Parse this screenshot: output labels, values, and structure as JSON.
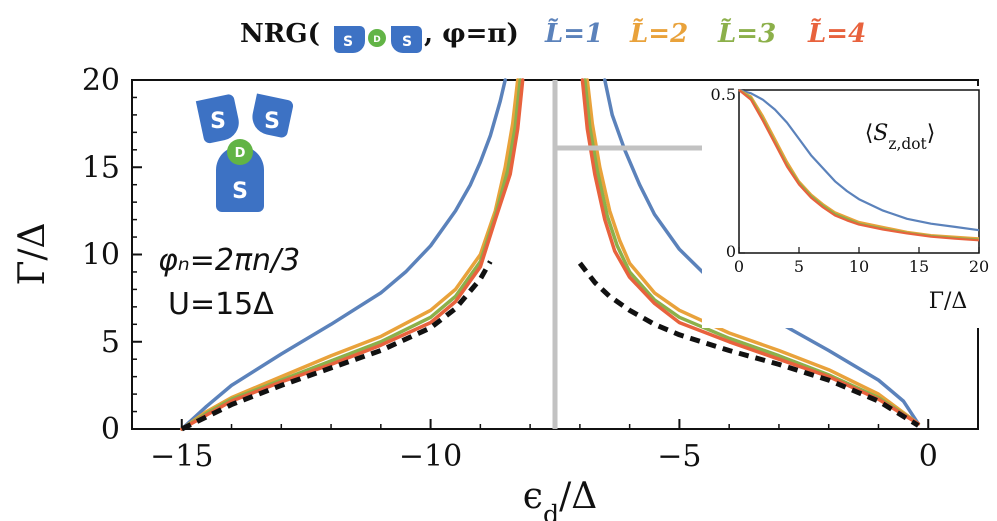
{
  "title": {
    "prefix": "NRG(",
    "suffix": ", φ=π)",
    "icon_letters": [
      "S",
      "D",
      "S"
    ],
    "series_labels": [
      "L̃=1",
      "L̃=2",
      "L̃=3",
      "L̃=4"
    ],
    "series_colors": [
      "#5b82bb",
      "#e9a23b",
      "#8cb04a",
      "#e8623d"
    ]
  },
  "annotations": {
    "phase": "φₙ=2πn/3",
    "interaction": "U=15Δ",
    "icon_letters": [
      "S",
      "S",
      "S",
      "D"
    ]
  },
  "chart_data": [
    {
      "type": "line",
      "xlabel": "ϵ_d/Δ",
      "ylabel": "Γ/Δ",
      "xlim": [
        -16,
        1
      ],
      "ylim": [
        0,
        20
      ],
      "xticks": [
        -15,
        -10,
        -5,
        0
      ],
      "yticks": [
        0,
        5,
        10,
        15,
        20
      ],
      "xtick_labels": [
        "−15",
        "−10",
        "−5",
        "0"
      ],
      "ytick_labels": [
        "0",
        "5",
        "10",
        "15",
        "20"
      ],
      "marker_x": -7.5,
      "series": [
        {
          "color": "#5b82bb",
          "left": {
            "x": [
              -15,
              -14.5,
              -14,
              -13,
              -12,
              -11,
              -10.5,
              -10,
              -9.5,
              -9.2,
              -9,
              -8.8,
              -8.6,
              -8.5
            ],
            "y": [
              0,
              1.3,
              2.5,
              4.3,
              6.0,
              7.8,
              9.0,
              10.5,
              12.5,
              14.0,
              15.3,
              16.8,
              18.8,
              20
            ]
          },
          "right": {
            "x": [
              -6.5,
              -6.35,
              -6.1,
              -5.8,
              -5.5,
              -5.0,
              -4.5,
              -4.0,
              -3.0,
              -2.0,
              -1.0,
              -0.5,
              -0.2
            ],
            "y": [
              20,
              18.0,
              16.0,
              14.0,
              12.3,
              10.3,
              8.9,
              7.8,
              6.1,
              4.5,
              2.8,
              1.6,
              0.3
            ]
          }
        },
        {
          "color": "#e9a23b",
          "left": {
            "x": [
              -15,
              -14.5,
              -14,
              -13,
              -12,
              -11,
              -10,
              -9.5,
              -9.0,
              -8.7,
              -8.5,
              -8.35,
              -8.25
            ],
            "y": [
              0,
              1.0,
              1.8,
              3.0,
              4.2,
              5.3,
              6.8,
              8.0,
              10.0,
              12.5,
              15.0,
              17.5,
              20
            ]
          },
          "right": {
            "x": [
              -6.85,
              -6.75,
              -6.6,
              -6.4,
              -6.2,
              -6.0,
              -5.5,
              -5.0,
              -4.0,
              -3.0,
              -2.0,
              -1.0,
              -0.2
            ],
            "y": [
              20,
              17.5,
              15.0,
              12.5,
              10.8,
              9.5,
              7.8,
              6.8,
              5.5,
              4.5,
              3.4,
              2.0,
              0.3
            ]
          }
        },
        {
          "color": "#8cb04a",
          "left": {
            "x": [
              -15,
              -14.5,
              -14,
              -13,
              -12,
              -11,
              -10,
              -9.5,
              -9.0,
              -8.7,
              -8.45,
              -8.3,
              -8.2
            ],
            "y": [
              0,
              0.9,
              1.7,
              2.8,
              3.9,
              5.0,
              6.4,
              7.6,
              9.6,
              12.2,
              14.8,
              17.3,
              20
            ]
          },
          "right": {
            "x": [
              -6.9,
              -6.8,
              -6.65,
              -6.45,
              -6.25,
              -6.0,
              -5.5,
              -5.0,
              -4.0,
              -3.0,
              -2.0,
              -1.0,
              -0.2
            ],
            "y": [
              20,
              17.3,
              14.8,
              12.2,
              10.5,
              9.0,
              7.4,
              6.4,
              5.2,
              4.2,
              3.1,
              1.8,
              0.3
            ]
          }
        },
        {
          "color": "#e8623d",
          "left": {
            "x": [
              -15,
              -14.5,
              -14,
              -13,
              -12,
              -11,
              -10,
              -9.5,
              -9.0,
              -8.7,
              -8.4,
              -8.25,
              -8.15
            ],
            "y": [
              0,
              0.8,
              1.6,
              2.7,
              3.7,
              4.8,
              6.1,
              7.3,
              9.3,
              12.0,
              14.6,
              17.2,
              20
            ]
          },
          "right": {
            "x": [
              -6.95,
              -6.85,
              -6.7,
              -6.5,
              -6.3,
              -6.0,
              -5.5,
              -5.0,
              -4.0,
              -3.0,
              -2.0,
              -1.0,
              -0.2
            ],
            "y": [
              20,
              17.2,
              14.6,
              12.0,
              10.2,
              8.7,
              7.2,
              6.1,
              5.0,
              4.0,
              3.0,
              1.7,
              0.3
            ]
          }
        },
        {
          "color": "#111111",
          "dashed": true,
          "left": {
            "x": [
              -15,
              -14.5,
              -14,
              -13,
              -12,
              -11,
              -10,
              -9.5,
              -9.0,
              -8.8
            ],
            "y": [
              0,
              0.7,
              1.4,
              2.5,
              3.5,
              4.5,
              5.8,
              6.9,
              8.6,
              9.6
            ]
          },
          "right": {
            "x": [
              -7.0,
              -6.7,
              -6.4,
              -6.0,
              -5.5,
              -5.0,
              -4.0,
              -3.0,
              -2.0,
              -1.0,
              -0.2
            ],
            "y": [
              9.5,
              8.4,
              7.6,
              6.8,
              6.0,
              5.4,
              4.5,
              3.7,
              2.8,
              1.6,
              0.2
            ]
          }
        }
      ]
    },
    {
      "type": "line",
      "title": "⟨S_{z,dot}⟩",
      "xlabel": "Γ/Δ",
      "xlim": [
        0,
        20
      ],
      "ylim": [
        0,
        0.5
      ],
      "xticks": [
        0,
        5,
        10,
        15,
        20
      ],
      "yticks": [
        0,
        0.5
      ],
      "xtick_labels": [
        "0",
        "5",
        "10",
        "15",
        "20"
      ],
      "ytick_labels": [
        "0",
        "0.5"
      ],
      "series": [
        {
          "color": "#5b82bb",
          "x": [
            0,
            1,
            2,
            3,
            4,
            5,
            6,
            7,
            8,
            9,
            10,
            12,
            14,
            16,
            18,
            20
          ],
          "y": [
            0.5,
            0.49,
            0.47,
            0.44,
            0.4,
            0.35,
            0.3,
            0.26,
            0.22,
            0.19,
            0.165,
            0.13,
            0.105,
            0.09,
            0.08,
            0.07
          ]
        },
        {
          "color": "#e9a23b",
          "x": [
            0,
            1,
            2,
            3,
            4,
            5,
            6,
            7,
            8,
            9,
            10,
            12,
            14,
            16,
            18,
            20
          ],
          "y": [
            0.5,
            0.48,
            0.42,
            0.35,
            0.28,
            0.22,
            0.18,
            0.15,
            0.125,
            0.11,
            0.095,
            0.08,
            0.065,
            0.055,
            0.05,
            0.045
          ]
        },
        {
          "color": "#8cb04a",
          "x": [
            0,
            1,
            2,
            3,
            4,
            5,
            6,
            7,
            8,
            9,
            10,
            12,
            14,
            16,
            18,
            20
          ],
          "y": [
            0.5,
            0.475,
            0.41,
            0.34,
            0.27,
            0.215,
            0.175,
            0.145,
            0.12,
            0.105,
            0.09,
            0.075,
            0.062,
            0.052,
            0.046,
            0.041
          ]
        },
        {
          "color": "#e8623d",
          "x": [
            0,
            1,
            2,
            3,
            4,
            5,
            6,
            7,
            8,
            9,
            10,
            12,
            14,
            16,
            18,
            20
          ],
          "y": [
            0.5,
            0.47,
            0.405,
            0.335,
            0.265,
            0.21,
            0.17,
            0.14,
            0.115,
            0.1,
            0.087,
            0.072,
            0.06,
            0.05,
            0.044,
            0.039
          ]
        }
      ]
    }
  ]
}
